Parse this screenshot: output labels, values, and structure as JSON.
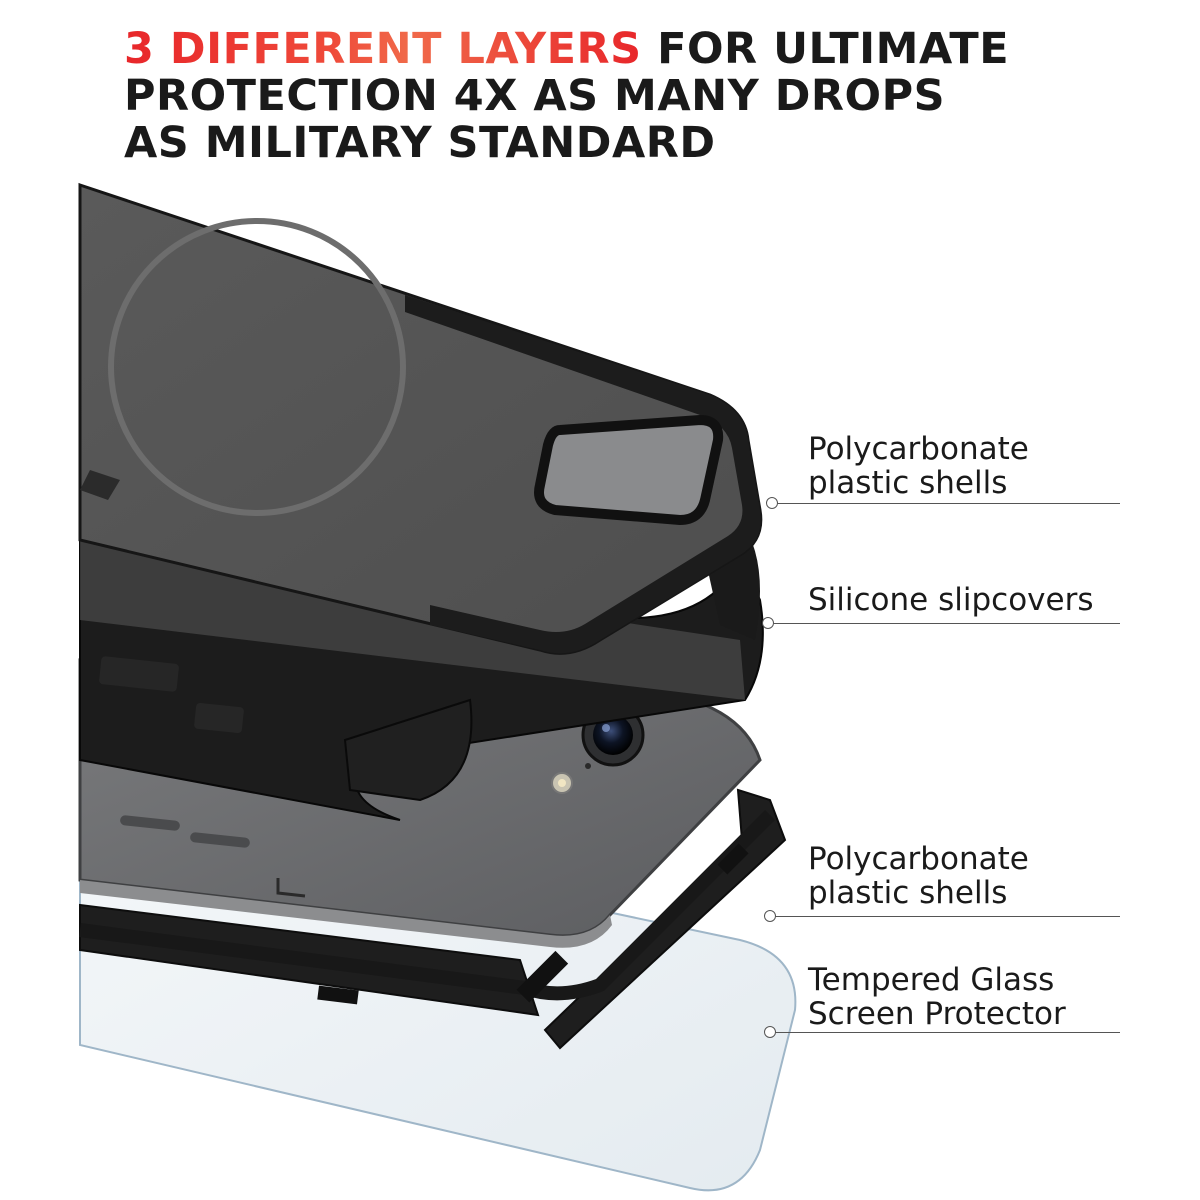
{
  "headline": {
    "accent": "3 DIFFERENT LAYERS",
    "line1_rest": " FOR ULTIMATE",
    "line2": "PROTECTION 4X AS MANY DROPS",
    "line3": "AS MILITARY STANDARD"
  },
  "callouts": [
    {
      "line1": "Polycarbonate",
      "line2": "plastic shells"
    },
    {
      "line1": "Silicone slipcovers",
      "line2": ""
    },
    {
      "line1": "Polycarbonate",
      "line2": "plastic shells"
    },
    {
      "line1": "Tempered Glass",
      "line2": "Screen Protector"
    }
  ],
  "colors": {
    "accent": "#e8262a",
    "text": "#1a1a1a",
    "shell": "#5f5f5f",
    "silicone": "#1c1c1c",
    "phone": "#6b6c6e",
    "glass": "#eef3f7"
  },
  "icons": [
    "magsafe-ring",
    "camera-lens",
    "flash"
  ]
}
